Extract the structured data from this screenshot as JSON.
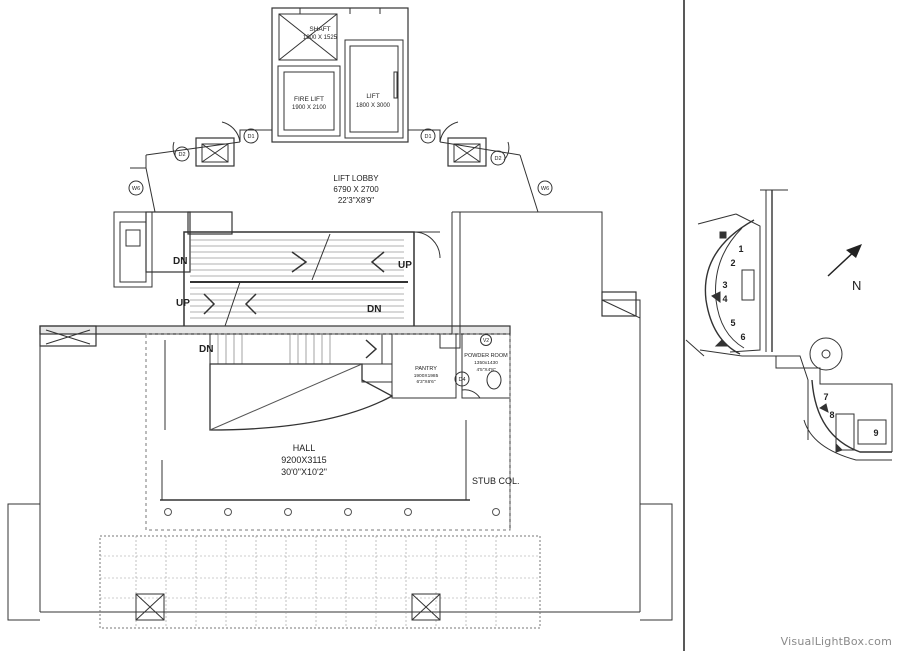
{
  "rooms": {
    "shaft": {
      "name": "SHAFT",
      "size": "1900 X 1525"
    },
    "fire_lift": {
      "name": "FIRE LIFT",
      "size": "1900 X 2100"
    },
    "lift": {
      "name": "LIFT",
      "size": "1800 X 3000"
    },
    "lift_lobby": {
      "name": "LIFT LOBBY",
      "size": "6790 X 2700",
      "size_imperial": "22'3\"X8'9\""
    },
    "hall": {
      "name": "HALL",
      "size": "9200X3115",
      "size_imperial": "30'0\"X10'2\""
    },
    "pantry": {
      "name": "PANTRY",
      "size": "1900X1985",
      "size_imperial": "6'3\"X6'6\""
    },
    "powder_room": {
      "name": "POWDER ROOM",
      "size": "1350x1430",
      "size_imperial": "4'5\"X4'8\""
    }
  },
  "tags": {
    "d1": "D1",
    "d2": "D2",
    "d4": "D4",
    "w6": "W6",
    "v2": "V2"
  },
  "stair_labels": {
    "dn": "DN",
    "up": "UP"
  },
  "stub_col": "STUB COL.",
  "key_plan": {
    "north": "N",
    "units": [
      "1",
      "2",
      "3",
      "4",
      "5",
      "6",
      "7",
      "8",
      "9"
    ]
  },
  "watermark": "VisualLightBox.com"
}
